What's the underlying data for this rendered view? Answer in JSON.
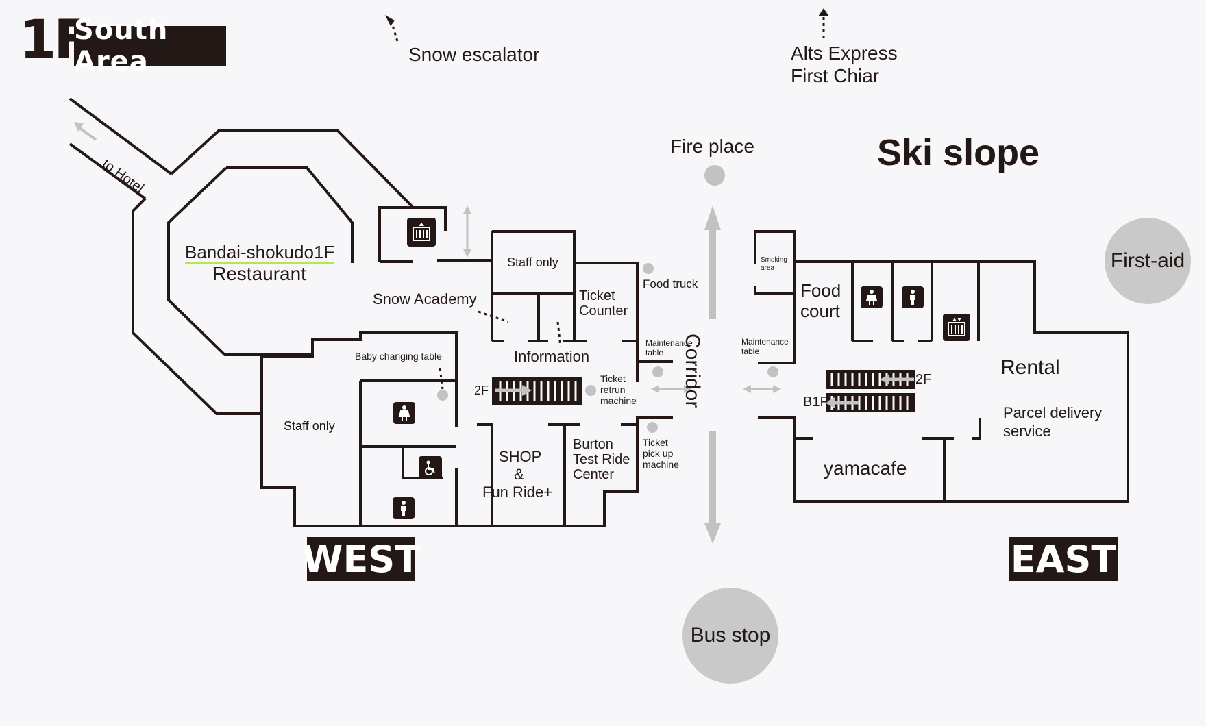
{
  "header": {
    "floor": "1F",
    "area": "South Area"
  },
  "labels": {
    "snow_escalator": "Snow escalator",
    "alts_express_1": "Alts Express",
    "alts_express_2": "First Chiar",
    "fire_place": "Fire place",
    "ski_slope": "Ski slope",
    "first_aid": "First-aid",
    "to_hotel": "to Hotel",
    "restaurant_1": "Bandai-shokudo1F",
    "restaurant_2": "Restaurant",
    "snow_academy": "Snow Academy",
    "staff_only_top": "Staff only",
    "ticket_counter_1": "Ticket",
    "ticket_counter_2": "Counter",
    "food_truck": "Food truck",
    "maintenance_w_1": "Maintenance",
    "maintenance_w_2": "table",
    "maintenance_e_1": "Maintenance",
    "maintenance_e_2": "table",
    "smoking_1": "Smoking",
    "smoking_2": "area",
    "food_court_1": "Food",
    "food_court_2": "court",
    "baby_changing": "Baby changing table",
    "information": "Information",
    "stairs_west_2f": "2F",
    "ticket_return_1": "Ticket",
    "ticket_return_2": "retrun",
    "ticket_return_3": "machine",
    "staff_only_west": "Staff only",
    "shop_1": "SHOP",
    "shop_2": "&",
    "shop_3": "Fun Ride+",
    "burton_1": "Burton",
    "burton_2": "Test Ride",
    "burton_3": "Center",
    "ticket_pickup_1": "Ticket",
    "ticket_pickup_2": "pick up",
    "ticket_pickup_3": "machine",
    "corridor": "Corridor",
    "stairs_east_2f": "2F",
    "stairs_east_b1f": "B1F",
    "rental": "Rental",
    "parcel_1": "Parcel delivery",
    "parcel_2": "service",
    "yamacafe": "yamacafe",
    "west": "WEST",
    "east": "EAST",
    "bus_stop": "Bus stop"
  },
  "icons": [
    "elevator-icon",
    "female-toilet-icon",
    "accessible-toilet-icon",
    "male-toilet-icon",
    "escalator-icon"
  ],
  "colors": {
    "ink": "#231815",
    "circle": "#c9c9c9",
    "arrow": "#c2c2c2",
    "highlight": "#b6e64a",
    "background": "#f7f7f9"
  }
}
